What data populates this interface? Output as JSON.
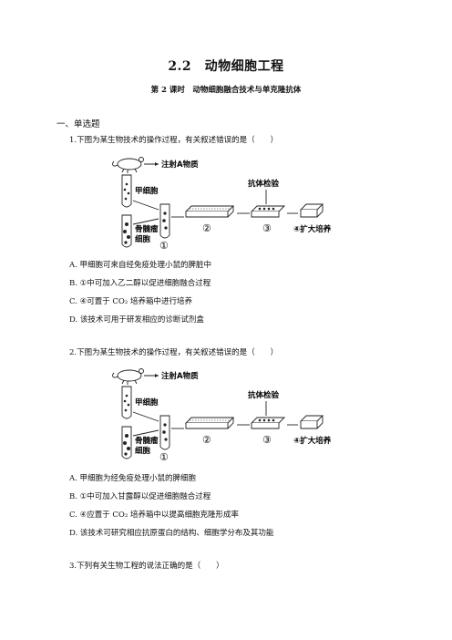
{
  "header": {
    "title": "2.2　动物细胞工程",
    "subtitle": "第 2 课时　动物细胞融合技术与单克隆抗体"
  },
  "section": {
    "label": "一、单选题"
  },
  "figure_labels": {
    "inject": "注射A物质",
    "cell_a": "甲细胞",
    "myeloma_1": "骨髓瘤",
    "myeloma_2": "细胞",
    "antibody_test": "抗体检验",
    "n1": "①",
    "n2": "②",
    "n3": "③",
    "n4": "④扩大培养"
  },
  "questions": [
    {
      "stem": "1.下图为某生物技术的操作过程，有关叙述错误的是（　　）",
      "options": [
        "A. 甲细胞可来自经免疫处理小鼠的脾脏中",
        "B. ①中可加入乙二醇以促进细胞融合过程",
        "C. ④可置于 CO₂ 培养箱中进行培养",
        "D. 该技术可用于研发相应的诊断试剂盒"
      ]
    },
    {
      "stem": "2.下图为某生物技术的操作过程，有关叙述错误的是（　　）",
      "options": [
        "A. 甲细胞为经免疫处理小鼠的脾细胞",
        "B. ①中可加入甘露醇以促进细胞融合过程",
        "C. ④应置于 CO₂ 培养箱中以提高细胞克隆形成率",
        "D. 该技术可研究相应抗原蛋白的结构、细胞学分布及其功能"
      ]
    },
    {
      "stem": "3.下列有关生物工程的说法正确的是（　　）",
      "options": []
    }
  ]
}
